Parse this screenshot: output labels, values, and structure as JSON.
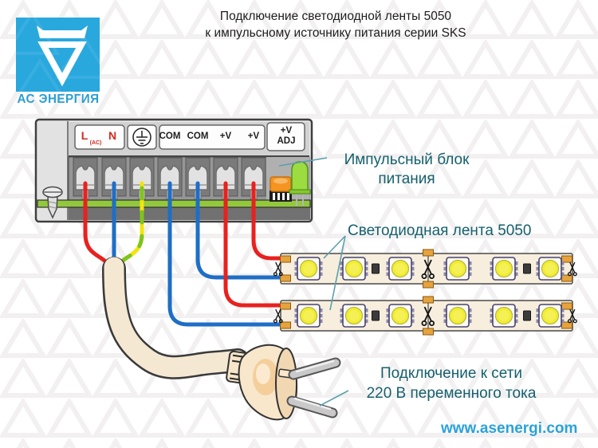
{
  "title": {
    "line1": "Подключение светодиодной ленты 5050",
    "line2": "к импульсному источнику питания серии SKS"
  },
  "logo": {
    "text": "АС ЭНЕРГИЯ"
  },
  "psu": {
    "label_line1": "Импульсный блок",
    "label_line2": "питания",
    "terminal_labels": {
      "l": "L",
      "l_sub": "(AC)",
      "n": "N",
      "com1": "COM",
      "com2": "COM",
      "v1": "+V",
      "v2": "+V",
      "adj_line1": "+V",
      "adj_line2": "ADJ"
    },
    "icons": {
      "ground": "earth-ground-symbol",
      "adjust_pot": "orange-trimmer-potentiometer",
      "power_led": "green-indicator-led"
    }
  },
  "led_strips": {
    "label": "Светодиодная лента 5050",
    "strip_count": 2,
    "leds_per_strip": 6,
    "cut_marks": "scissors"
  },
  "mains": {
    "line1": "Подключение к сети",
    "line2": "220 В переменного тока"
  },
  "website": "www.asenergi.com",
  "colors": {
    "accent_teal": "#15606d",
    "brand_blue": "#29a8de",
    "wire_red": "#e8211f",
    "wire_blue": "#1e6ec6",
    "wire_yellow": "#f2e50e",
    "wire_green": "#7fc41d",
    "pcb_green": "#93c83d",
    "strip_base": "#f7eedd",
    "pad_orange": "#e6a23c",
    "plug_beige": "#f8e7cb"
  }
}
